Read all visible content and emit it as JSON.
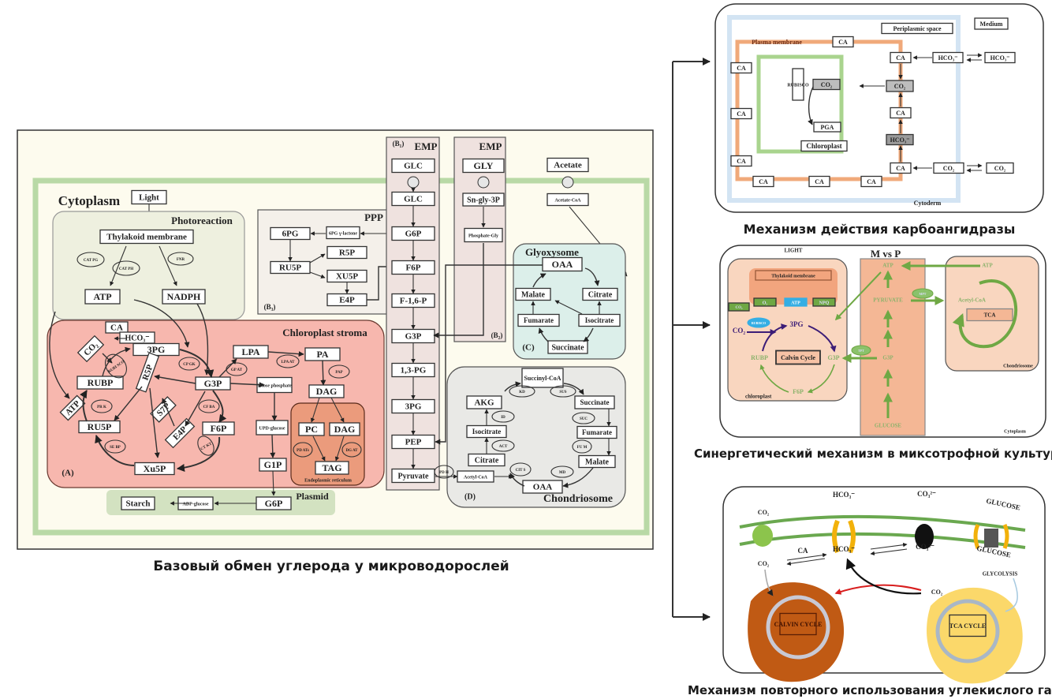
{
  "captions": {
    "main": "Базовый обмен углерода у микроводорослей",
    "carbonic_anhydrase": "Механизм действия карбоангидразы",
    "mixotrophic": "Синергетический механизм в миксотрофной культуре",
    "co2_recycling": "Механизм повторного использования углекислого газа"
  },
  "colors": {
    "cytoplasm_bg": "#fdfbee",
    "cytoplasm_border": "#b9d9a6",
    "photoreaction_bg": "#eef0df",
    "stroma_bg": "#f7b7ae",
    "er_bg": "#eb9b7c",
    "plasmid_bg": "#d3e2c1",
    "emp_bg": "#efe2df",
    "ppp_bg": "#f4f0ea",
    "glyoxysome_bg": "#dcefea",
    "chondriosome_bg": "#e9e9e6",
    "membrane_orange": "#f0a97a",
    "cytoderm_blue": "#d3e4f3",
    "chloroplast_green": "#a9d48e",
    "mix_peach": "#f9d6bf",
    "mix_column": "#f4b795",
    "mix_green": "#6fa844",
    "mix_blue": "#35aee4",
    "mix_purple": "#3c1d77",
    "calvin_brown": "#c05a14",
    "tca_yellow": "#fbd86a"
  },
  "main": {
    "cytoplasm": {
      "label": "Cytoplasm",
      "light": "Light"
    },
    "photoreaction": {
      "label": "Photoreaction",
      "thylakoid": "Thylakoid membrane",
      "enzymes": [
        "CAT PG",
        "CAT PH",
        "FNR"
      ],
      "atp": "ATP",
      "nadph": "NADPH"
    },
    "stroma": {
      "label": "Chloroplast stroma",
      "panel": "(A)",
      "nodes": {
        "ca": "CA",
        "hco3": "HCO₃⁻",
        "co2": "CO₂",
        "pg3": "3PG",
        "rubp": "RUBP",
        "r5p": "R5P",
        "atp": "ATP",
        "ru5p": "RU5P",
        "s7p": "S7P",
        "g3p": "G3P",
        "f6p": "F6P",
        "e4p": "E4P",
        "xu5p": "Xu5P",
        "lpa": "LPA",
        "pa": "PA",
        "dag": "DAG",
        "triose": "Triose phosphate",
        "upd": "UPD-glucose",
        "g1p": "G1P"
      },
      "enzymes": {
        "rubisco": "RUBI SCO",
        "cpgk": "CP GK",
        "prk": "PR K",
        "sebp": "SE BP",
        "cfba": "CF BA",
        "ctkt": "CT KT",
        "gpat": "GP AT",
        "lpaat": "LPA AT",
        "pap": "PAP"
      }
    },
    "er": {
      "label": "Endoplasmic reticulum",
      "pc": "PC",
      "dag": "DAG",
      "tag": "TAG",
      "pdat": "PD ATs",
      "dgat": "DG AT"
    },
    "plasmid": {
      "label": "Plasmid",
      "starch": "Starch",
      "adp_glucose": "ADP-glucose",
      "g6p": "G6P"
    },
    "emp1": {
      "panel": "(B₁)",
      "label": "EMP",
      "nodes": [
        "GLC",
        "GLC",
        "G6P",
        "F6P",
        "F-1,6-P",
        "G3P",
        "1,3-PG",
        "3PG",
        "PEP",
        "Pyruvate"
      ]
    },
    "emp2": {
      "panel": "(B₂)",
      "label": "EMP",
      "nodes": [
        "GLY",
        "Sn-gly-3P",
        "Phosphate-Gly"
      ]
    },
    "ppp": {
      "panel": "(B₃)",
      "label": "PPP",
      "nodes": {
        "pg6": "6PG",
        "lactone": "6PG γ-lactone",
        "ru5p": "RU5P",
        "r5p": "R5P",
        "xu5p": "XU5P",
        "e4p": "E4P"
      }
    },
    "acetate": {
      "acetate": "Acetate",
      "acetyl_coa": "Acetate-CoA"
    },
    "glyoxysome": {
      "label": "Glyoxysome",
      "panel": "(C)",
      "nodes": {
        "oaa": "OAA",
        "malate": "Malate",
        "citrate": "Citrate",
        "fumarate": "Fumarate",
        "isocitrate": "Isocitrate",
        "succinate": "Succinate"
      }
    },
    "chondriosome": {
      "label": "Chondriosome",
      "panel": "(D)",
      "nodes": {
        "succinyl": "Succinyl-CoA",
        "akg": "AKG",
        "succinate": "Succinate",
        "isocitrate": "Isocitrate",
        "fumarate": "Fumarate",
        "citrate": "Citrate",
        "malate": "Malate",
        "acetyl": "Acetyl-CoA",
        "oaa": "OAA"
      },
      "enzymes": {
        "kd": "KD",
        "sus": "SUS",
        "id": "ID",
        "suc": "SUC",
        "act": "ACT",
        "fum": "FU M",
        "cits": "CIT S",
        "md": "MD",
        "pdh": "PD H"
      }
    }
  },
  "ca_panel": {
    "medium": "Medium",
    "periplasmic": "Periplasmic space",
    "plasma_membrane": "Plasma membrane",
    "cytoderm": "Cytoderm",
    "chloroplast": "Chloroplast",
    "rubisco": "RUBISCO",
    "co2": "CO₂",
    "pga": "PGA",
    "ca": "CA",
    "hco3": "HCO₃⁻"
  },
  "mix_panel": {
    "light": "LIGHT",
    "thylakoid": "Thylakoid membrane",
    "o2": "O₂",
    "atp": "ATP",
    "npq": "NPQ",
    "co2_out": "CO₂",
    "co2_in": "CO₂",
    "rubisco": "RUBISCO",
    "pg3": "3PG",
    "calvin": "Calvin Cycle",
    "rubp": "RUBP",
    "g3p": "G3P",
    "f6p": "F6P",
    "chloroplast": "chloroplast",
    "title": "M vs P",
    "col_atp": "ATP",
    "pyruvate": "PYRUVATE",
    "col_g3p": "G3P",
    "glucose": "GLUCOSE",
    "tpt": "TPT",
    "mpt": "MPT",
    "acetyl": "Acetyl-CoA",
    "tca": "TCA",
    "mito_atp": "ATP",
    "chondriosome": "Chondriosome",
    "cytoplasm": "Cytoplasm"
  },
  "recycle_panel": {
    "co2_top": "CO₂",
    "hco3_top": "HCO₃⁻",
    "co3_top": "CO₃²⁻",
    "glucose_top": "GLUCOSE",
    "co2_bottom": "CO₂",
    "ca": "CA",
    "hco3_bottom": "HCO₃⁻",
    "co3_bottom": "CO₃²⁻",
    "glucose_bottom": "GLUCOSE",
    "glycolysis": "GLYCOLYSIS",
    "co2_tca": "CO₂",
    "calvin": "CALVIN CYCLE",
    "tca": "TCA CYCLE"
  }
}
